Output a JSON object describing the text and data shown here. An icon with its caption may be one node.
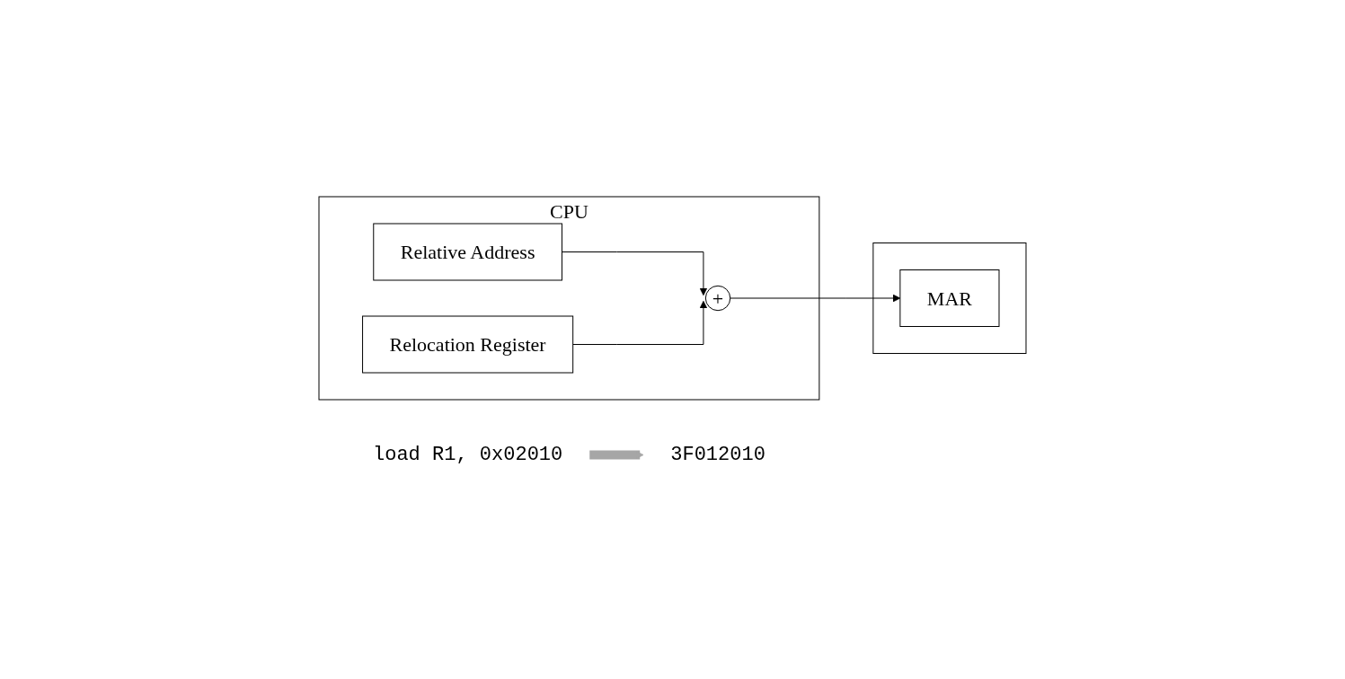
{
  "diagram": {
    "nodes": [
      {
        "text": [
          "CPU"
        ]
      },
      {
        "text": [
          "Relative Address"
        ],
        "in": 0
      },
      {
        "text": [
          "Relocation Register"
        ],
        "in": 0
      },
      {
        "text": [
          "+"
        ],
        "in": 0
      },
      {
        "text": [],
        "shape": "box"
      },
      {
        "text": [
          "MAR"
        ],
        "in": 4
      },
      {
        "text": [
          "load R1, 0x02010"
        ]
      },
      {
        "text": [
          "3F012010"
        ]
      }
    ],
    "edges": [
      {
        "from": 1,
        "to": 3,
        "arrow": "to"
      },
      {
        "from": 2,
        "to": 3,
        "arrow": "to"
      },
      {
        "from": 3,
        "to": 5,
        "arrow": "to"
      },
      {
        "from": 6,
        "to": 7,
        "arrow": "to",
        "style": "thick",
        "color": "#a6a6a6"
      }
    ]
  }
}
